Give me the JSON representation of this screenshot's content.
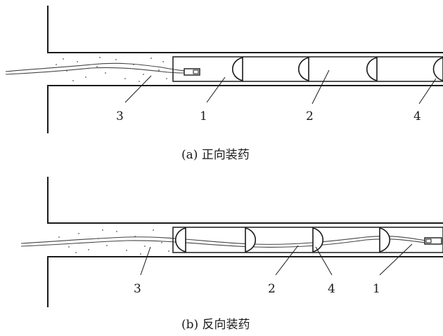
{
  "diagram_a": {
    "caption": "(a) 正向装药",
    "labels": {
      "stemming": "3",
      "primer_cartridge": "1",
      "cartridge": "2",
      "spacer": "4"
    }
  },
  "diagram_b": {
    "caption": "(b) 反向装药",
    "labels": {
      "stemming": "3",
      "cartridge": "2",
      "spacer": "4",
      "primer_cartridge": "1"
    }
  },
  "colors": {
    "ink": "#1a1a1a",
    "background": "#ffffff"
  }
}
